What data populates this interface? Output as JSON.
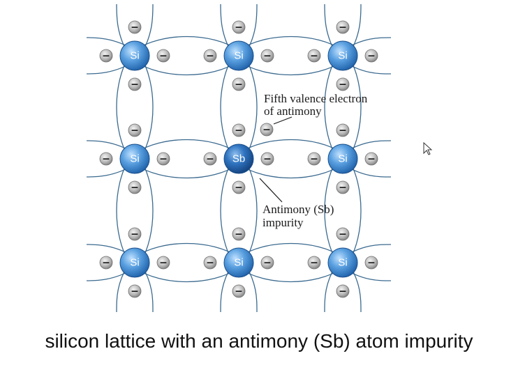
{
  "diagram": {
    "atoms": [
      {
        "id": "a00",
        "symbol": "Si",
        "col": 0,
        "row": 0
      },
      {
        "id": "a01",
        "symbol": "Si",
        "col": 1,
        "row": 0
      },
      {
        "id": "a02",
        "symbol": "Si",
        "col": 2,
        "row": 0
      },
      {
        "id": "a10",
        "symbol": "Si",
        "col": 0,
        "row": 1
      },
      {
        "id": "a11",
        "symbol": "Sb",
        "col": 1,
        "row": 1,
        "impurity": true
      },
      {
        "id": "a12",
        "symbol": "Si",
        "col": 2,
        "row": 1
      },
      {
        "id": "a20",
        "symbol": "Si",
        "col": 0,
        "row": 2
      },
      {
        "id": "a21",
        "symbol": "Si",
        "col": 1,
        "row": 2
      },
      {
        "id": "a22",
        "symbol": "Si",
        "col": 2,
        "row": 2
      }
    ],
    "electron_symbol": "−",
    "annotations": {
      "fifth_electron_line1": "Fifth valence electron",
      "fifth_electron_line2": "of antimony",
      "impurity_line1": "Antimony (Sb)",
      "impurity_line2": "impurity"
    },
    "colors": {
      "atom": "#4a8fd6",
      "impurity_atom": "#2f6fbf",
      "bond_line": "#3b6a8f",
      "electron": "#9a9a9a"
    }
  },
  "caption": "silicon lattice with an antimony (Sb) atom impurity"
}
